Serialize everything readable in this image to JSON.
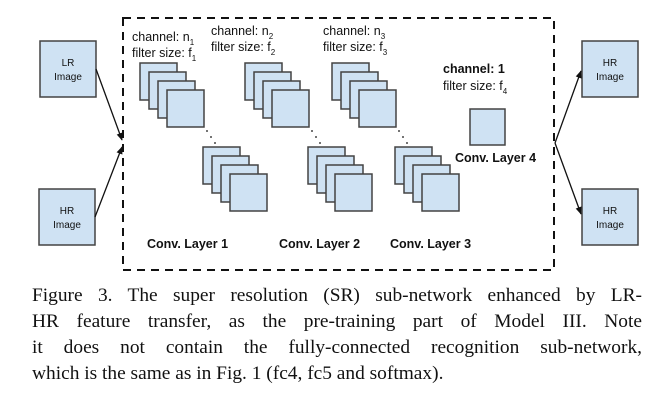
{
  "figure": {
    "inputs": [
      {
        "line1": "LR",
        "line2": "Image"
      },
      {
        "line1": "HR",
        "line2": "Image"
      }
    ],
    "outputs": [
      {
        "line1": "HR",
        "line2": "Image"
      },
      {
        "line1": "HR",
        "line2": "Image"
      }
    ],
    "layers": [
      {
        "name": "Conv. Layer 1",
        "channel_label": "channel: n",
        "channel_sub": "1",
        "filter_label": "filter size: f",
        "filter_sub": "1"
      },
      {
        "name": "Conv. Layer 2",
        "channel_label": "channel: n",
        "channel_sub": "2",
        "filter_label": "filter size: f",
        "filter_sub": "2"
      },
      {
        "name": "Conv. Layer 3",
        "channel_label": "channel: n",
        "channel_sub": "3",
        "filter_label": "filter size: f",
        "filter_sub": "3"
      },
      {
        "name": "Conv. Layer 4",
        "channel_label": "channel: 1",
        "channel_sub": "",
        "filter_label": "filter size: f",
        "filter_sub": "4"
      }
    ],
    "ellipsis": "· · ·",
    "colors": {
      "box_fill": "#cfe2f3",
      "box_stroke": "#434343",
      "line": "#111111"
    }
  },
  "caption": {
    "lines": [
      "Figure 3. The super resolution (SR) sub-network enhanced by LR-",
      "HR feature transfer, as the pre-training part of Model III. Note",
      "it does not contain the fully-connected recognition sub-network,",
      "which is the same as in Fig. 1 (fc4, fc5 and softmax)."
    ]
  }
}
